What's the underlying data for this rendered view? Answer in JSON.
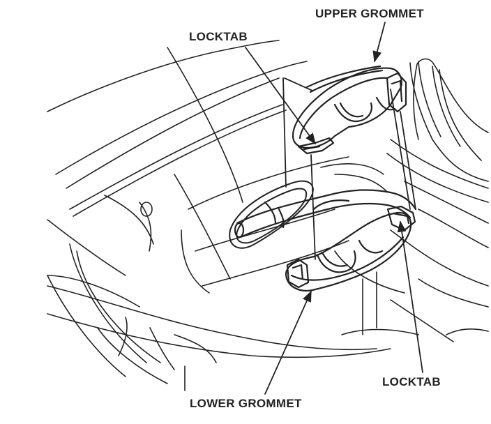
{
  "diagram": {
    "labels": {
      "upper_grommet": "UPPER GROMMET",
      "locktab_top": "LOCKTAB",
      "locktab_bottom": "LOCKTAB",
      "lower_grommet": "LOWER GROMMET"
    },
    "colors": {
      "line": "#222222",
      "background": "#ffffff"
    }
  }
}
